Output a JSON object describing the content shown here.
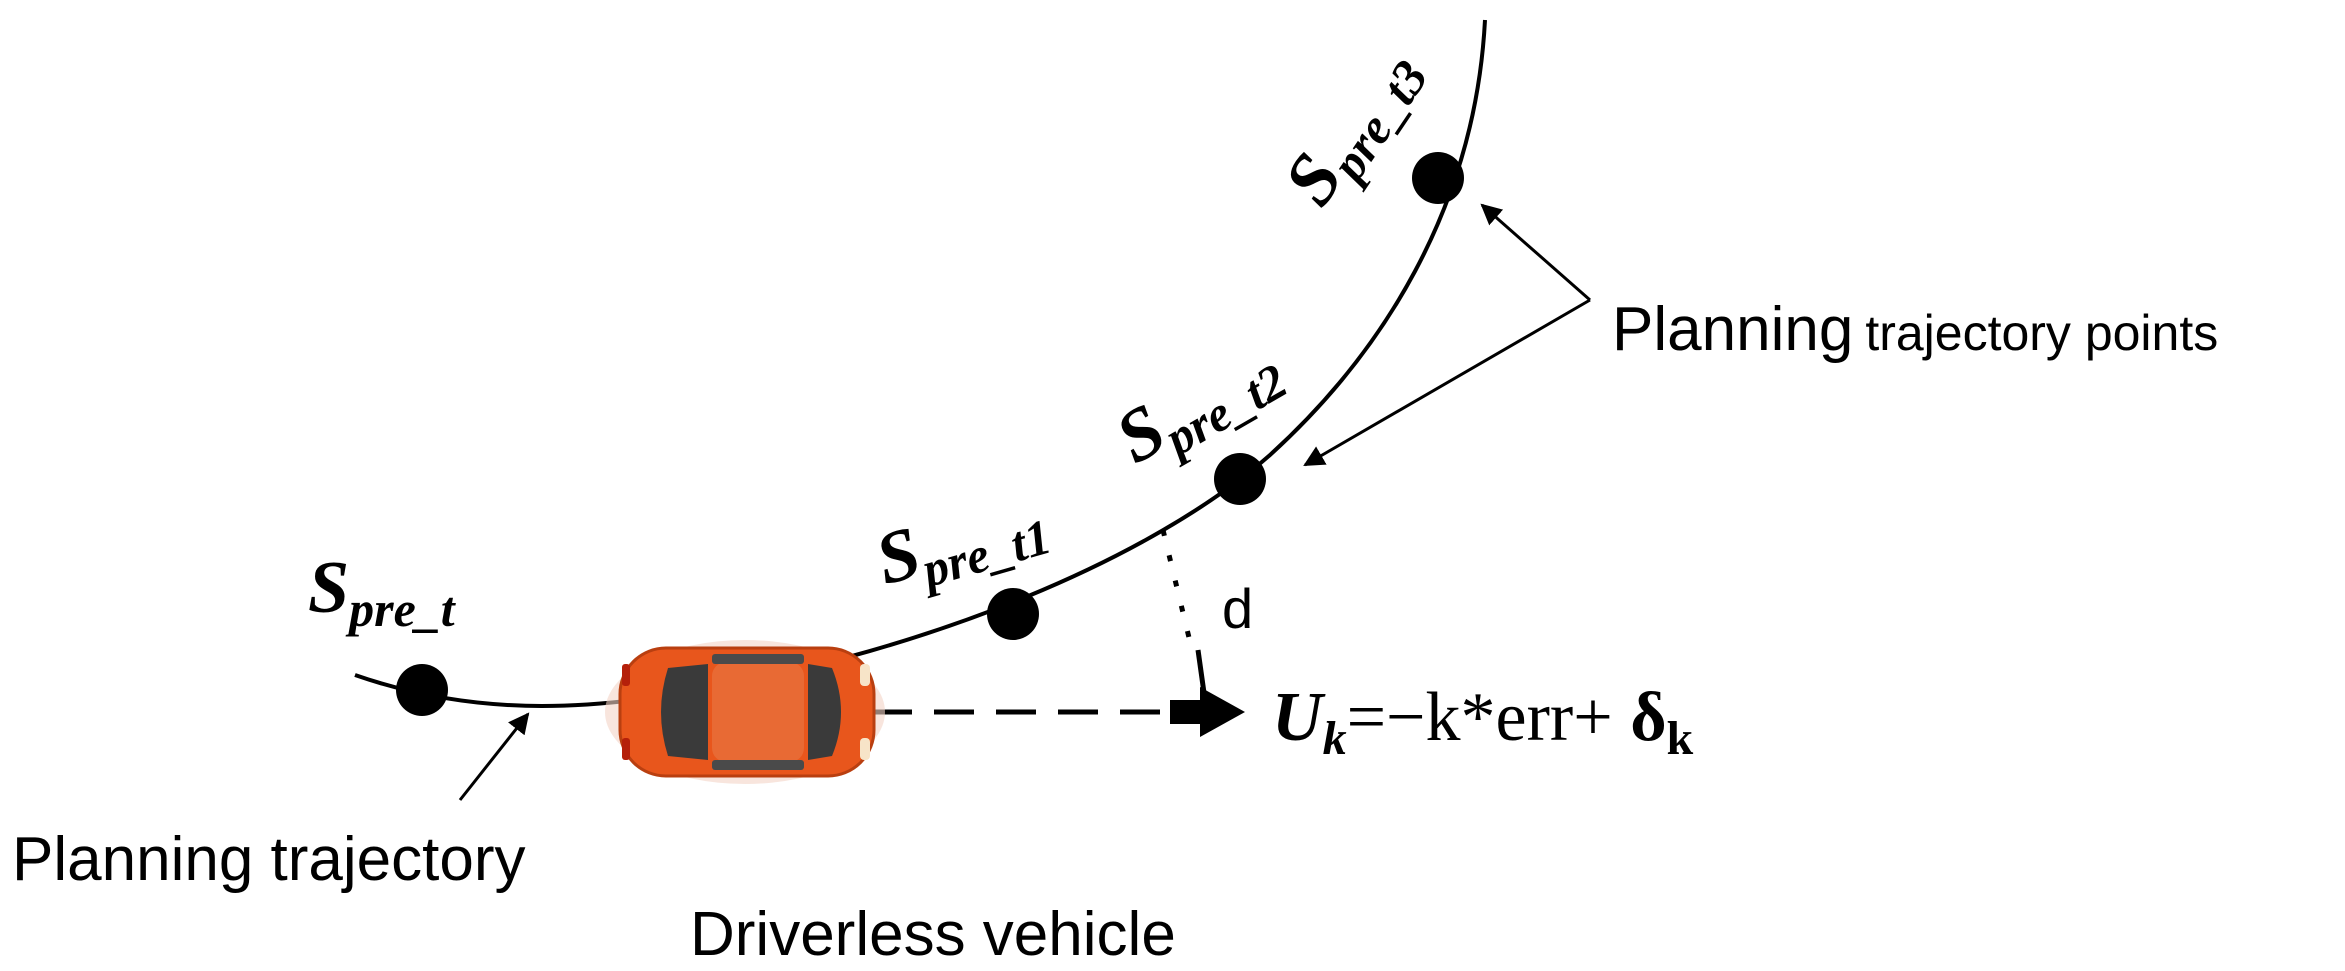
{
  "diagram": {
    "point_labels": {
      "s_pre_t": {
        "main": "S",
        "sub": "pre_t"
      },
      "s_pre_t1": {
        "main": "S",
        "sub": "pre_t1"
      },
      "s_pre_t2": {
        "main": "S",
        "sub": "pre_t2"
      },
      "s_pre_t3": {
        "main": "S",
        "sub": "pre_t3"
      }
    },
    "annotations": {
      "planning_points_big": "Planning",
      "planning_points_small": "trajectory points",
      "planning_trajectory": "Planning trajectory",
      "driverless_vehicle": "Driverless vehicle",
      "distance": "d"
    },
    "formula": {
      "u": "U",
      "u_sub": "k",
      "rhs": "=−k*err+ ",
      "delta": "δ",
      "delta_sub": "k"
    },
    "colors": {
      "car_body": "#e8561c",
      "car_window": "#3a3a3a",
      "line": "#000000"
    }
  }
}
